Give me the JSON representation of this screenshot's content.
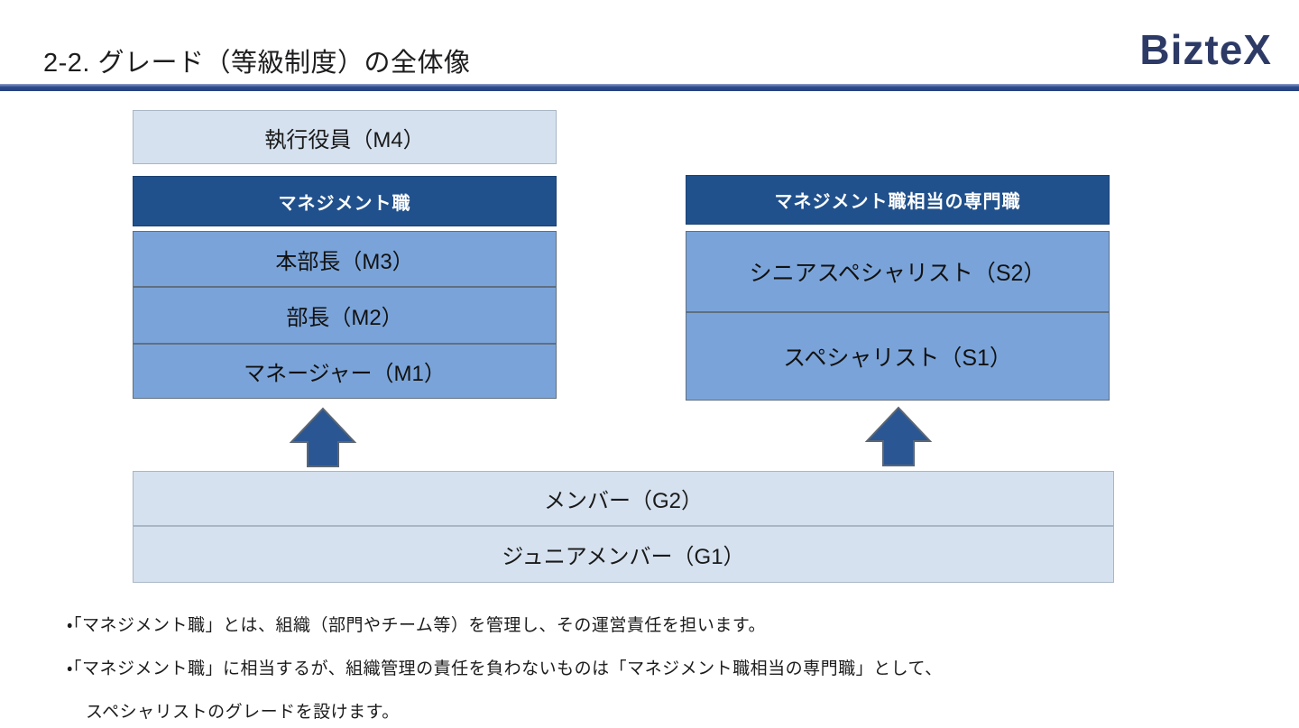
{
  "header": {
    "title": "2-2. グレード（等級制度）の全体像",
    "logo_text": "BizteX"
  },
  "diagram": {
    "left_column": {
      "top_box": "執行役員（M4）",
      "header": "マネジメント職",
      "levels": [
        "本部長（M3）",
        "部長（M2）",
        "マネージャー（M1）"
      ]
    },
    "right_column": {
      "header": "マネジメント職相当の専門職",
      "levels": [
        "シニアスペシャリスト（S2）",
        "スペシャリスト（S1）"
      ]
    },
    "base_box": {
      "levels": [
        "メンバー（G2）",
        "ジュニアメンバー（G1）"
      ]
    },
    "arrow_icon": "up-arrow-icon"
  },
  "notes": [
    "・「マネジメント職」とは、組織（部門やチーム等）を管理し、その運営責任を担います。",
    "・「マネジメント職」に相当するが、組織管理の責任を負わないものは「マネジメント職相当の専門職」として、",
    "スペシャリストのグレードを設けます。"
  ],
  "colors": {
    "dark_blue": "#21518C",
    "medium_blue": "#7AA4D9",
    "light_blue": "#D5E1EF",
    "rule_navy": "#2B4A8B",
    "arrow_blue": "#2A5693",
    "logo_navy": "#2D3A66"
  }
}
